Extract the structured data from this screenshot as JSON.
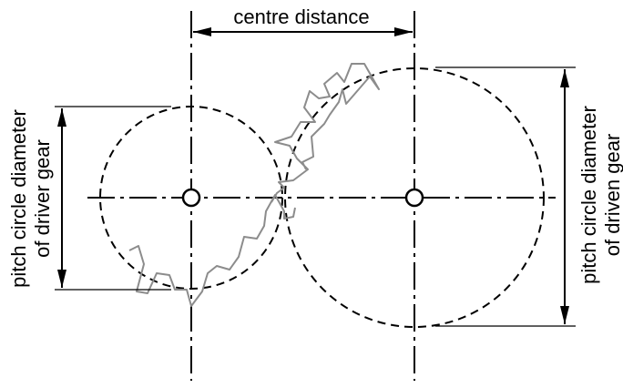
{
  "labels": {
    "centre_distance": "centre distance",
    "driver_line1": "pitch circle diameter",
    "driver_line2": "of driver gear",
    "driven_line1": "pitch circle diameter",
    "driven_line2": "of driven gear"
  },
  "colors": {
    "line": "#000000",
    "gear_teeth": "#8c8c8c",
    "background": "#ffffff"
  }
}
